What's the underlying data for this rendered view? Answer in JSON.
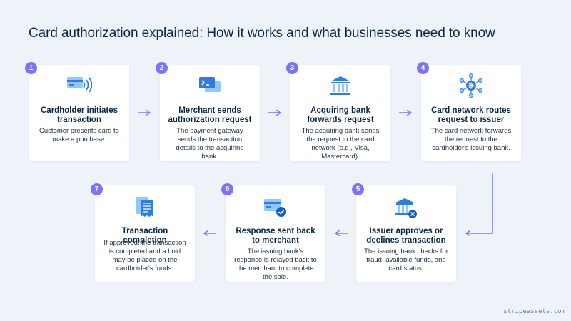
{
  "title": "Card authorization explained: How it works and what businesses need to know",
  "steps": [
    {
      "number": "1",
      "icon": "contactless-card-icon",
      "title": "Cardholder initiates transaction",
      "description": "Customer presents card to make a purchase."
    },
    {
      "number": "2",
      "icon": "payment-gateway-terminal-icon",
      "title": "Merchant sends authorization request",
      "description": "The payment gateway sends the transaction details to the acquiring bank."
    },
    {
      "number": "3",
      "icon": "bank-building-icon",
      "title": "Acquiring bank forwards request",
      "description": "The acquiring bank sends the request to the card network (e.g., Visa, Mastercard)."
    },
    {
      "number": "4",
      "icon": "network-hub-icon",
      "title": "Card network routes request to issuer",
      "description": "The card network forwards the request to the cardholder's issuing bank."
    },
    {
      "number": "5",
      "icon": "bank-decision-icon",
      "title": "Issuer approves or declines transaction",
      "description": "The issuing bank checks for fraud, available funds, and card status."
    },
    {
      "number": "6",
      "icon": "card-approved-icon",
      "title": "Response sent back to merchant",
      "description": "The issuing bank's response is relayed back to the merchant to complete the sale."
    },
    {
      "number": "7",
      "icon": "receipt-icon",
      "title": "Transaction completion",
      "description": "If approved, the transaction is completed and a hold may be placed on the cardholder's funds."
    }
  ],
  "watermark": "stripeassets.com",
  "colors": {
    "accent": "#7a73ff",
    "icon_blue": "#2f7de1",
    "icon_light": "#8fc7ff",
    "text": "#0a2540",
    "background": "#eef3f9"
  }
}
